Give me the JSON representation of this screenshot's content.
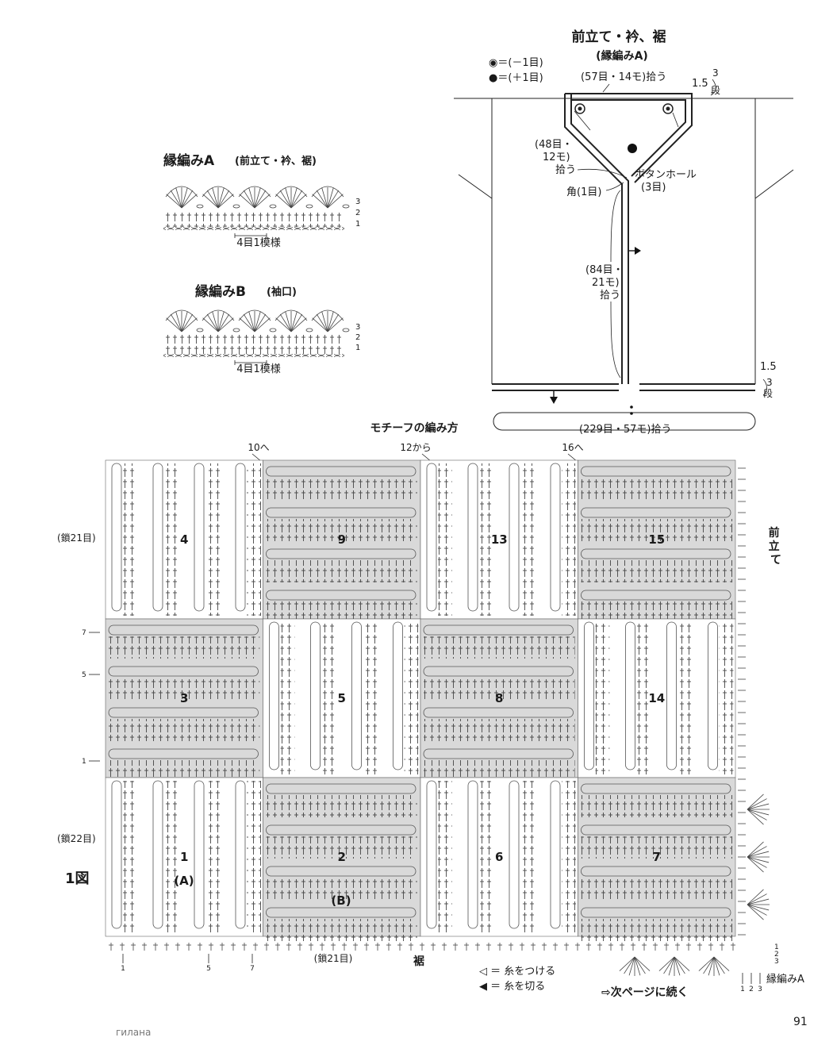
{
  "schematic": {
    "title": "前立て・衿、裾",
    "subtitle": "(縁編みA)",
    "legend_dec": "◉＝(－1目)",
    "legend_inc": "●＝(＋1目)",
    "label_top": "(57目・14モ)拾う",
    "label_top_right_num": "1.5",
    "label_top_right_rows": "3",
    "label_top_right_unit": "段",
    "label_neck_1": "(48目・",
    "label_neck_2": "12モ)",
    "label_neck_3": "拾う",
    "label_buttonhole": "ボタンホール",
    "label_buttonhole_count": "(3目)",
    "label_corner": "角(1目)",
    "label_front_1": "(84目・",
    "label_front_2": "21モ)",
    "label_front_3": "拾う",
    "label_bottom_right_num": "1.5",
    "label_bottom_right_rows": "3",
    "label_bottom_right_unit": "段",
    "label_hem": "(229目・57モ)拾う"
  },
  "edging_a": {
    "title": "縁編みA",
    "title_note": "(前立て・衿、裾)",
    "row_labels": [
      "3",
      "2",
      "1"
    ],
    "repeat": "4目1模様"
  },
  "edging_b": {
    "title": "縁編みB",
    "title_note": "(袖口)",
    "row_labels": [
      "3",
      "2",
      "1"
    ],
    "repeat": "4目1模様"
  },
  "motif": {
    "title": "モチーフの編み方",
    "top_labels": [
      "10へ",
      "12から",
      "16へ"
    ],
    "left_labels": [
      "(鎖21目)",
      "(鎖22目)"
    ],
    "left_row_labels": [
      "7",
      "5",
      "1"
    ],
    "bottom_row_labels": [
      "1",
      "5",
      "7"
    ],
    "bottom_chain": "(鎖21目)",
    "bottom_label": "裾",
    "right_label": "前立て",
    "figure_label": "1図",
    "cells": [
      "4",
      "9",
      "13",
      "15",
      "3",
      "5",
      "8",
      "14",
      "1",
      "2",
      "6",
      "7"
    ],
    "marker_a": "(A)",
    "marker_b": "(B)",
    "edge_row_labels": [
      "1",
      "2",
      "3"
    ],
    "edge_bottom_nums": [
      "1",
      "2",
      "3"
    ],
    "edging_name": "縁編みA"
  },
  "legend": {
    "attach": "◁ ＝ 糸をつける",
    "cut": "◀ ＝ 糸を切る",
    "continue": "⇨次ページに続く"
  },
  "footer": {
    "watermark": "гилана",
    "page_number": "91"
  },
  "colors": {
    "ink": "#1a1a1a",
    "shade": "#d9d9d9",
    "background": "#ffffff"
  }
}
